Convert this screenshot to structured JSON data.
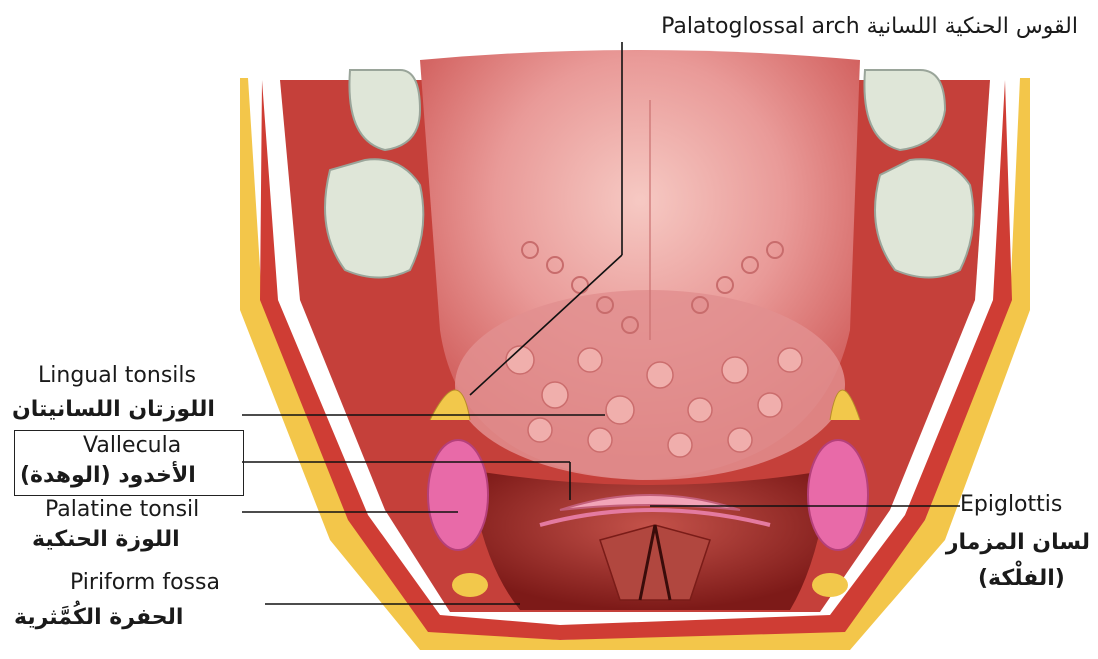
{
  "labels": {
    "palatoglossal": {
      "text": "Palatoglossal arch القوس الحنكية اللسانية"
    },
    "lingual_tonsils": {
      "en": "Lingual tonsils",
      "ar": "اللوزتان اللسانيتان"
    },
    "vallecula": {
      "en": "Vallecula",
      "ar": "الأخدود (الوهدة)"
    },
    "palatine_tonsil": {
      "en": "Palatine tonsil",
      "ar": "اللوزة الحنكية"
    },
    "piriform_fossa": {
      "en": "Piriform fossa",
      "ar": "الحفرة الكُمَّثرية"
    },
    "epiglottis": {
      "en": "Epiglottis",
      "ar1": "لسان المزمار",
      "ar2": "(الفلْكة)"
    }
  },
  "colors": {
    "tongue": "#e08a8c",
    "tongue_light": "#f2b8b6",
    "tissue": "#c9433a",
    "fat": "#f2c84b",
    "tooth": "#dfe6d8",
    "tonsil": "#e86aa8",
    "pharynx_dark": "#8e1f1c"
  }
}
